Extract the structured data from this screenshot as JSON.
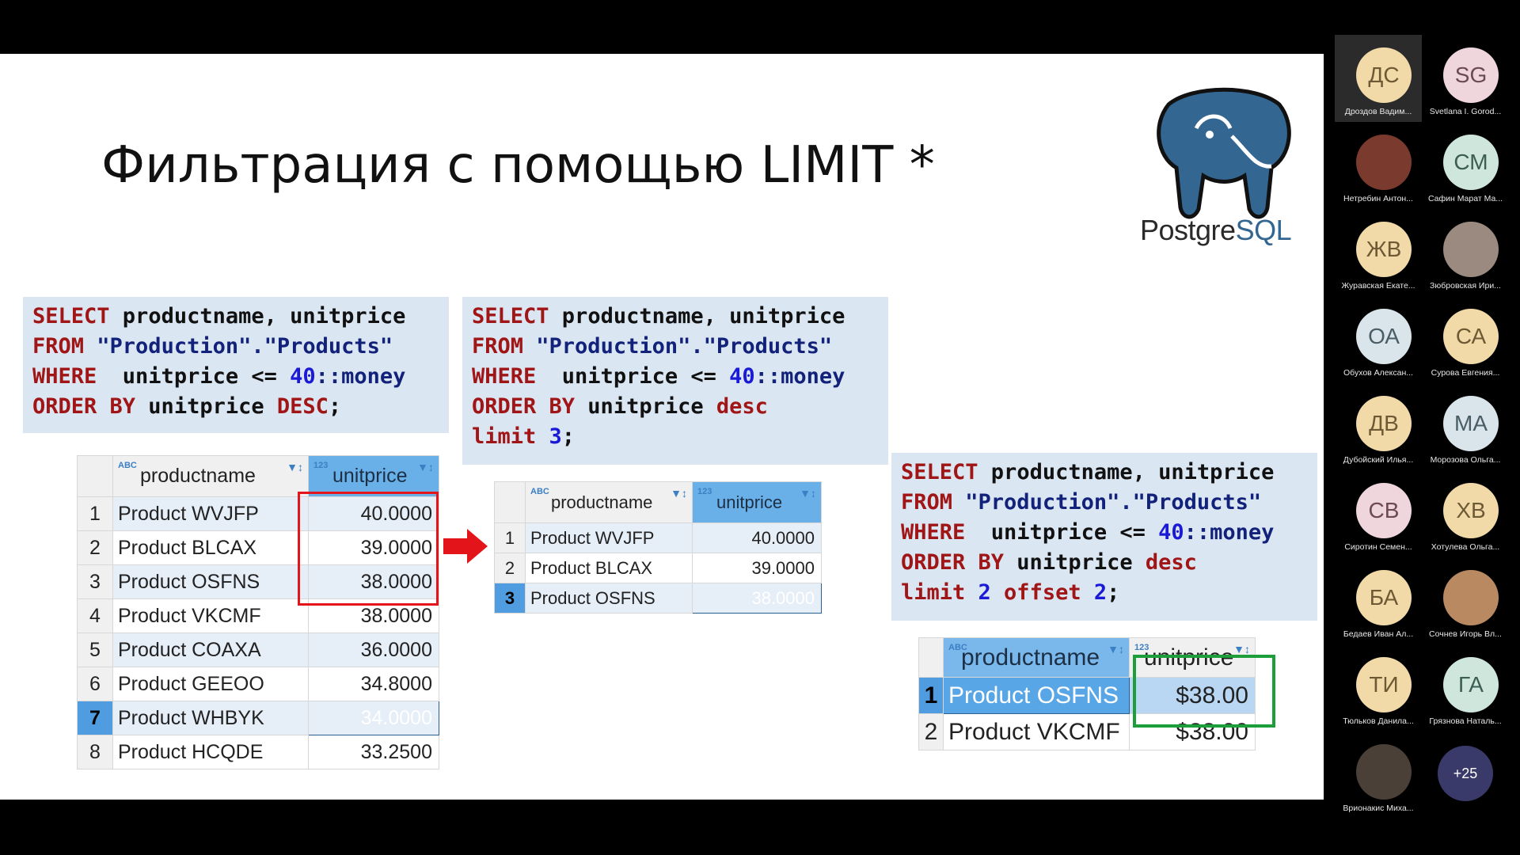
{
  "slide": {
    "title": "Фильтрация с помощью LIMIT *",
    "logo_text_1": "Postgre",
    "logo_text_2": "SQL"
  },
  "query1": {
    "l1_kw": "SELECT",
    "l1_rest": " productname, unitprice",
    "l2_kw": "FROM",
    "l2_str": " \"Production\".\"Products\"",
    "l3_kw": "WHERE",
    "l3_mid": "  unitprice <= ",
    "l3_num": "40",
    "l3_end": "::money",
    "l4_kw": "ORDER BY",
    "l4_mid": " unitprice ",
    "l4_kw2": "DESC",
    "l4_end": ";"
  },
  "query2": {
    "l1_kw": "SELECT",
    "l1_rest": " productname, unitprice",
    "l2_kw": "FROM",
    "l2_str": " \"Production\".\"Products\"",
    "l3_kw": "WHERE",
    "l3_mid": "  unitprice <= ",
    "l3_num": "40",
    "l3_end": "::money",
    "l4_kw": "ORDER BY",
    "l4_mid": " unitprice ",
    "l4_kw2": "desc",
    "l5_kw": "limit",
    "l5_num": " 3",
    "l5_end": ";"
  },
  "query3": {
    "l1_kw": "SELECT",
    "l1_rest": " productname, unitprice",
    "l2_kw": "FROM",
    "l2_str": " \"Production\".\"Products\"",
    "l3_kw": "WHERE",
    "l3_mid": "  unitprice <= ",
    "l3_num": "40",
    "l3_end": "::money",
    "l4_kw": "ORDER BY",
    "l4_mid": " unitprice ",
    "l4_kw2": "desc",
    "l5_kw": "limit",
    "l5_num": " 2",
    "l5_kw2": " offset",
    "l5_num2": " 2",
    "l5_end": ";"
  },
  "table1": {
    "col1": "productname",
    "col2": "unitprice",
    "type1": "ABC",
    "type2": "123",
    "filter": "▼↕",
    "rows": [
      {
        "n": "1",
        "name": "Product WVJFP",
        "price": "40.0000"
      },
      {
        "n": "2",
        "name": "Product BLCAX",
        "price": "39.0000"
      },
      {
        "n": "3",
        "name": "Product OSFNS",
        "price": "38.0000"
      },
      {
        "n": "4",
        "name": "Product VKCMF",
        "price": "38.0000"
      },
      {
        "n": "5",
        "name": "Product COAXA",
        "price": "36.0000"
      },
      {
        "n": "6",
        "name": "Product GEEOO",
        "price": "34.8000"
      },
      {
        "n": "7",
        "name": "Product WHBYK",
        "price": "34.0000"
      },
      {
        "n": "8",
        "name": "Product HCQDE",
        "price": "33.2500"
      }
    ]
  },
  "table2": {
    "col1": "productname",
    "col2": "unitprice",
    "type1": "ABC",
    "type2": "123",
    "filter": "▼↕",
    "rows": [
      {
        "n": "1",
        "name": "Product WVJFP",
        "price": "40.0000"
      },
      {
        "n": "2",
        "name": "Product BLCAX",
        "price": "39.0000"
      },
      {
        "n": "3",
        "name": "Product OSFNS",
        "price": "38.0000"
      }
    ]
  },
  "table3": {
    "col1": "productname",
    "col2": "unitprice",
    "type1": "ABC",
    "type2": "123",
    "filter": "▼↕",
    "rows": [
      {
        "n": "1",
        "name": "Product OSFNS",
        "price": "$38.00"
      },
      {
        "n": "2",
        "name": "Product VKCMF",
        "price": "$38.00"
      }
    ]
  },
  "participants": [
    {
      "initials": "ДС",
      "name": "Дроздов Вадим...",
      "color": "#f1d9a8",
      "text": "#6d5a35",
      "photo": false
    },
    {
      "initials": "SG",
      "name": "Svetlana I. Gorod...",
      "color": "#efd5dc",
      "text": "#6b4a55",
      "photo": false
    },
    {
      "initials": "",
      "name": "Нетребин Антон...",
      "color": "#7a3b2e",
      "text": "#fff",
      "photo": true
    },
    {
      "initials": "СМ",
      "name": "Сафин Марат Ма...",
      "color": "#cfe6dd",
      "text": "#3c5d52",
      "photo": false
    },
    {
      "initials": "ЖВ",
      "name": "Журавская Екате...",
      "color": "#f1d9a8",
      "text": "#6d5a35",
      "photo": false
    },
    {
      "initials": "",
      "name": "Зюбровская Ири...",
      "color": "#9a8a80",
      "text": "#fff",
      "photo": true
    },
    {
      "initials": "ОА",
      "name": "Обухов Алексан...",
      "color": "#d9e5ea",
      "text": "#4a5d66",
      "photo": false
    },
    {
      "initials": "СА",
      "name": "Сурова Евгения...",
      "color": "#f1d9a8",
      "text": "#6d5a35",
      "photo": false
    },
    {
      "initials": "ДВ",
      "name": "Дубойский Илья...",
      "color": "#f1d9a8",
      "text": "#6d5a35",
      "photo": false
    },
    {
      "initials": "МА",
      "name": "Морозова Ольга...",
      "color": "#d9e5ea",
      "text": "#4a5d66",
      "photo": false
    },
    {
      "initials": "СВ",
      "name": "Сиротин Семен...",
      "color": "#efd5dc",
      "text": "#6b4a55",
      "photo": false
    },
    {
      "initials": "ХВ",
      "name": "Хотулева Ольга...",
      "color": "#f1d9a8",
      "text": "#6d5a35",
      "photo": false
    },
    {
      "initials": "БА",
      "name": "Бедаев Иван Ал...",
      "color": "#f1d9a8",
      "text": "#6d5a35",
      "photo": false
    },
    {
      "initials": "",
      "name": "Сочнев Игорь Вл...",
      "color": "#b98a62",
      "text": "#fff",
      "photo": true
    },
    {
      "initials": "ТИ",
      "name": "Тюльков Данила...",
      "color": "#f1d9a8",
      "text": "#6d5a35",
      "photo": false
    },
    {
      "initials": "ГА",
      "name": "Грязнова Наталь...",
      "color": "#cfe6dd",
      "text": "#3c5d52",
      "photo": false
    },
    {
      "initials": "",
      "name": "Врионакис Миха...",
      "color": "#4a4038",
      "text": "#fff",
      "photo": true
    }
  ],
  "more_count": "+25"
}
